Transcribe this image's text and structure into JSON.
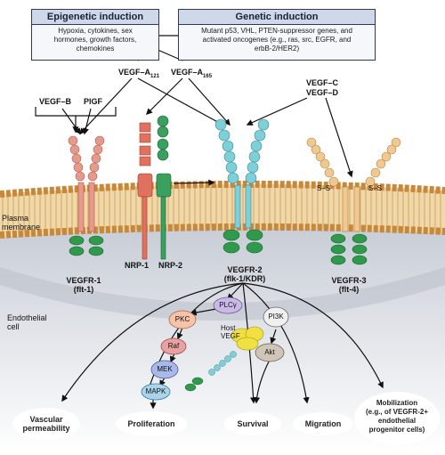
{
  "epigenetic": {
    "title": "Epigenetic induction",
    "lines": [
      "Hypoxia, cytokines, sex",
      "hormones, growth factors,",
      "chemokines"
    ]
  },
  "genetic": {
    "title": "Genetic induction",
    "lines": [
      "Mutant p53, VHL, PTEN-suppressor genes, and",
      "activated oncogenes (e.g., ras, src, EGFR, and",
      "erbB-2/HER2)"
    ]
  },
  "ligands": {
    "vegfa121": "VEGF–A",
    "vegfa121_sub": "121",
    "vegfa165": "VEGF–A",
    "vegfa165_sub": "165",
    "vegfb": "VEGF–B",
    "plgf": "PlGF",
    "vegfc": "VEGF–C",
    "vegfd": "VEGF–D"
  },
  "membrane": {
    "line1": "Plasma",
    "line2": "membrane"
  },
  "receptors": {
    "vegfr1": "VEGFR-1",
    "vegfr1_alt": "(flt-1)",
    "nrp1": "NRP-1",
    "nrp2": "NRP-2",
    "vegfr2": "VEGFR-2",
    "vegfr2_alt": "(flk-1/KDR)",
    "vegfr3": "VEGFR-3",
    "vegfr3_alt": "(flt-4)",
    "ss": "S–S"
  },
  "cell": {
    "line1": "Endothelial",
    "line2": "cell"
  },
  "signaling": {
    "plcg": "PLCγ",
    "pkc": "PKC",
    "raf": "Raf",
    "mek": "MEK",
    "mapk": "MAPK",
    "pi3k": "PI3K",
    "akt": "Akt",
    "host1": "Host",
    "host2": "VEGF"
  },
  "outcomes": {
    "vascular": [
      "Vascular",
      "permeability"
    ],
    "proliferation": "Proliferation",
    "survival": "Survival",
    "migration": "Migration",
    "mobilization": [
      "Mobilization",
      "(e.g., of VEGFR-2+",
      "endothelial",
      "progenitor cells)"
    ]
  },
  "colors": {
    "box_header": "#cfd8e8",
    "membrane_head": "#e8b060",
    "vegfr1": "#e89a8a",
    "nrp1": "#e07060",
    "nrp2": "#3aa060",
    "vegfr2": "#7fcfd8",
    "vegfr3": "#f0c890",
    "kinase": "#2f9a4c",
    "plcg": "#c9b8e8",
    "pkc": "#f6c2a8",
    "raf": "#e8a0a0",
    "mek": "#a8b8e8",
    "mapk": "#a8d4ec",
    "pi3k": "#f0f0f0",
    "akt": "#cfc6b8",
    "host_vegf": "#f0e040"
  }
}
